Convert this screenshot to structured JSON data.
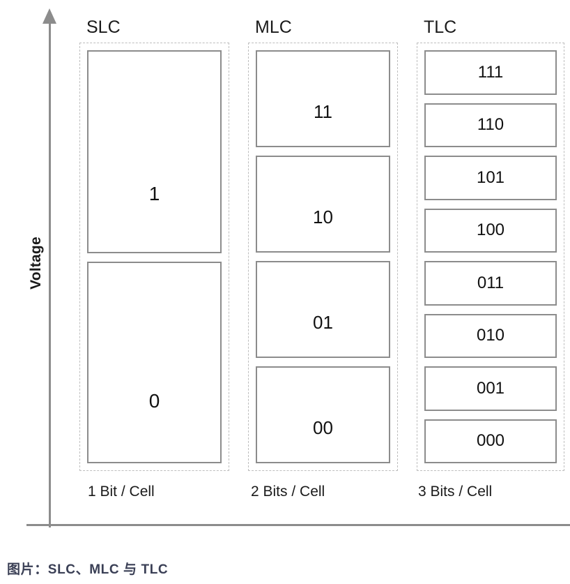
{
  "axes": {
    "y_label": "Voltage",
    "y_arrow_icon": "arrow-up-icon",
    "x_axis_icon": "horizontal-axis-line"
  },
  "columns": [
    {
      "title": "SLC",
      "footer": "1 Bit / Cell",
      "levels": [
        "1",
        "0"
      ]
    },
    {
      "title": "MLC",
      "footer": "2 Bits / Cell",
      "levels": [
        "11",
        "10",
        "01",
        "00"
      ]
    },
    {
      "title": "TLC",
      "footer": "3 Bits / Cell",
      "levels": [
        "111",
        "110",
        "101",
        "100",
        "011",
        "010",
        "001",
        "000"
      ]
    }
  ],
  "caption": "图片：SLC、MLC 与 TLC",
  "colors": {
    "axis": "#8c8c8c",
    "box_border": "#8c8c8c",
    "frame_dashed": "#bdbdbd",
    "text": "#1a1a1a",
    "caption": "#3a3f55",
    "background": "#ffffff"
  }
}
